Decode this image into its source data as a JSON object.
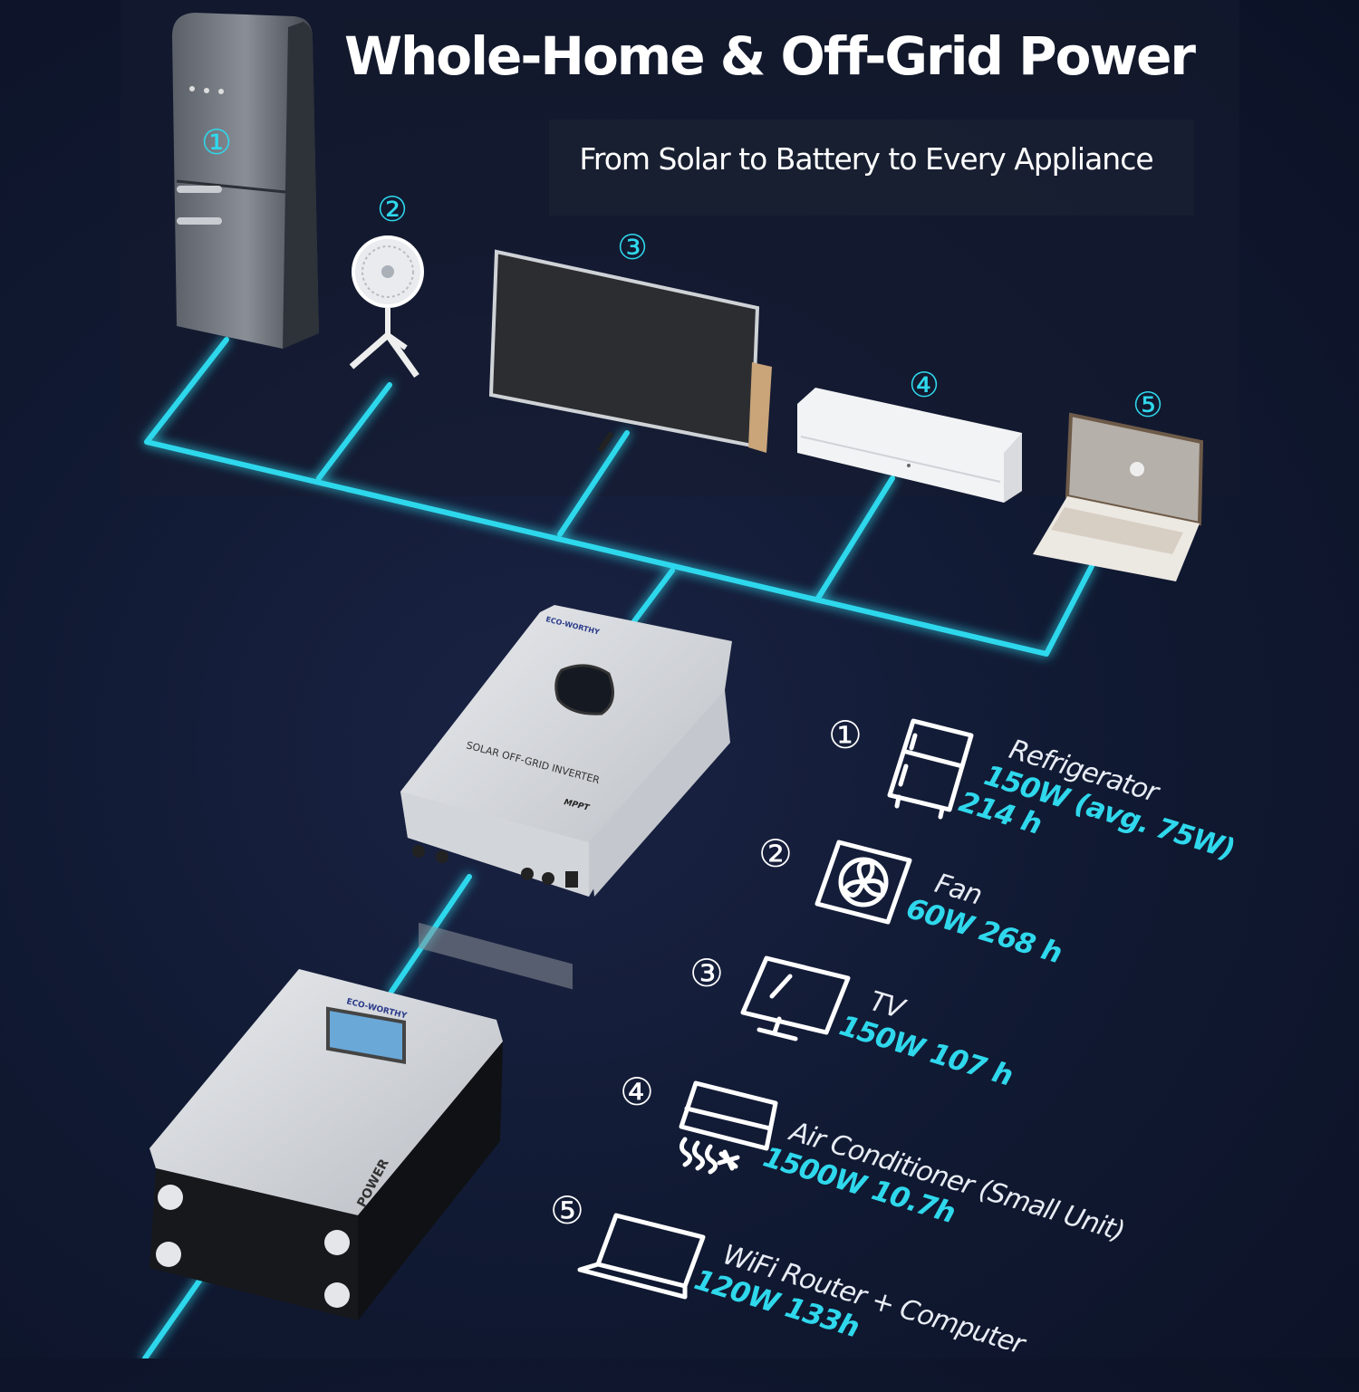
{
  "header": {
    "title": "Whole-Home & Off-Grid Power",
    "subtitle": "From Solar to Battery to Every Appliance"
  },
  "markers": [
    "①",
    "②",
    "③",
    "④",
    "⑤"
  ],
  "inverter": {
    "brand": "ECO-WORTHY",
    "label": "SOLAR OFF-GRID INVERTER",
    "badge": "MPPT"
  },
  "battery": {
    "brand": "ECO-WORTHY",
    "label": "POWER"
  },
  "appliances": [
    {
      "num": "①",
      "icon": "refrigerator-icon",
      "name": "Refrigerator",
      "specs": [
        "150W (avg. 75W)",
        "214 h"
      ]
    },
    {
      "num": "②",
      "icon": "fan-icon",
      "name": "Fan",
      "specs": [
        "60W 268 h"
      ]
    },
    {
      "num": "③",
      "icon": "tv-icon",
      "name": "TV",
      "specs": [
        "150W 107 h"
      ]
    },
    {
      "num": "④",
      "icon": "air-conditioner-icon",
      "name": "Air Conditioner (Small Unit)",
      "specs": [
        "1500W 10.7h"
      ]
    },
    {
      "num": "⑤",
      "icon": "laptop-icon",
      "name": "WiFi Router + Computer",
      "specs": [
        "120W 133h"
      ]
    }
  ],
  "colors": {
    "accent": "#2fd8ec",
    "background": "#111a33"
  }
}
